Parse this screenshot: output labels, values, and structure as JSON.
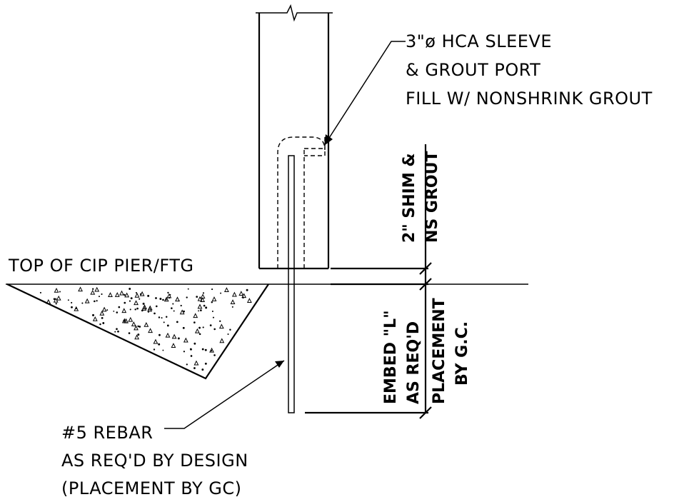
{
  "labels": {
    "sleeve_line1": "3\"ø HCA SLEEVE",
    "sleeve_line2": "& GROUT PORT",
    "sleeve_line3": "FILL W/ NONSHRINK GROUT",
    "top_of_pier": "TOP OF CIP PIER/FTG",
    "rebar_line1": "#5 REBAR",
    "rebar_line2": "AS REQ'D BY DESIGN",
    "rebar_line3": "(PLACEMENT BY GC)",
    "shim_line1": "2\" SHIM &",
    "shim_line2": "NS GROUT",
    "embed_line1": "EMBED \"L\"",
    "embed_line2": "AS REQ'D",
    "placement_line1": "PLACEMENT",
    "placement_line2": "BY G.C."
  }
}
